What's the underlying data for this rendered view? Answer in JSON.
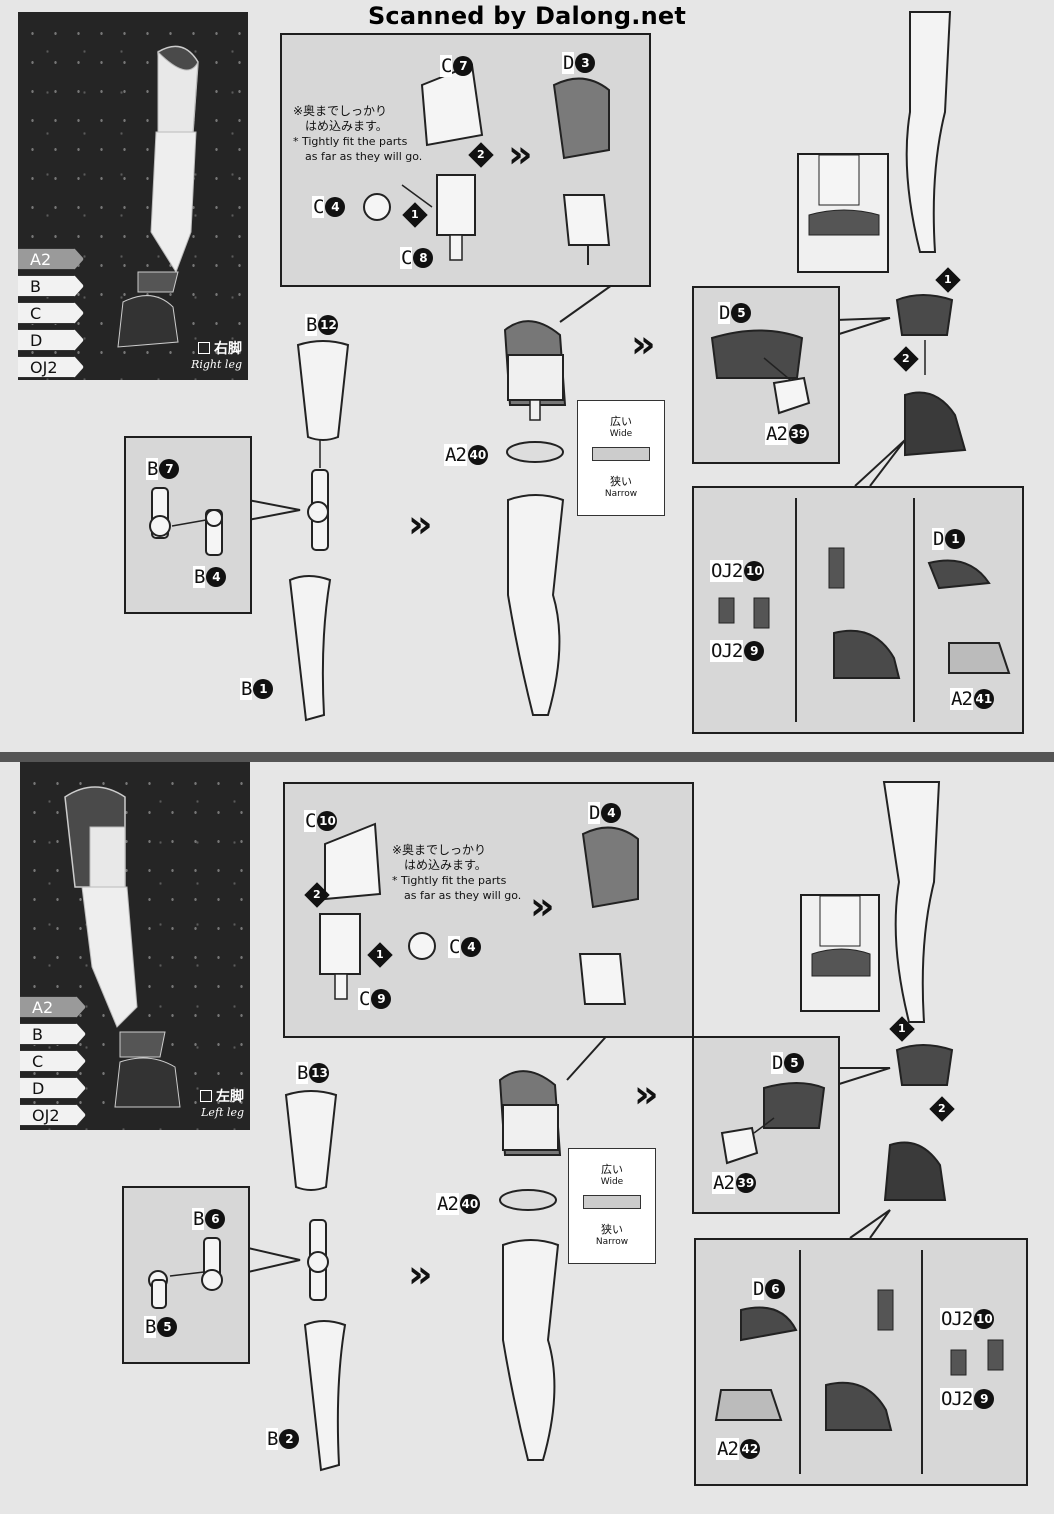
{
  "watermark": "Scanned by Dalong.net",
  "note_jp_1": "※奥までしっかり",
  "note_jp_2": "はめ込みます。",
  "note_en_1": "* Tightly fit the parts",
  "note_en_2": "as far as they will go.",
  "width_label_jp": "広い",
  "width_label_en": "Wide",
  "narrow_label_jp": "狭い",
  "narrow_label_en": "Narrow",
  "tabs": [
    "A2",
    "B",
    "C",
    "D",
    "OJ2"
  ],
  "steps": {
    "one": "1",
    "two": "2"
  },
  "arrow": "»",
  "right": {
    "label_jp": "右脚",
    "label_en": "Right leg",
    "parts": {
      "c7": {
        "letters": "C",
        "num": "7"
      },
      "d3": {
        "letters": "D",
        "num": "3"
      },
      "c4": {
        "letters": "C",
        "num": "4"
      },
      "c8": {
        "letters": "C",
        "num": "8"
      },
      "b12": {
        "letters": "B",
        "num": "12"
      },
      "b7": {
        "letters": "B",
        "num": "7"
      },
      "b4": {
        "letters": "B",
        "num": "4"
      },
      "b1": {
        "letters": "B",
        "num": "1"
      },
      "a2_40": {
        "letters": "A2",
        "num": "40"
      },
      "d5": {
        "letters": "D",
        "num": "5"
      },
      "a2_39": {
        "letters": "A2",
        "num": "39"
      },
      "oj2_10": {
        "letters": "OJ2",
        "num": "10"
      },
      "oj2_9": {
        "letters": "OJ2",
        "num": "9"
      },
      "d1": {
        "letters": "D",
        "num": "1"
      },
      "a2_41": {
        "letters": "A2",
        "num": "41"
      }
    }
  },
  "left": {
    "label_jp": "左脚",
    "label_en": "Left leg",
    "parts": {
      "c10": {
        "letters": "C",
        "num": "10"
      },
      "d4": {
        "letters": "D",
        "num": "4"
      },
      "c4": {
        "letters": "C",
        "num": "4"
      },
      "c9": {
        "letters": "C",
        "num": "9"
      },
      "b13": {
        "letters": "B",
        "num": "13"
      },
      "b6": {
        "letters": "B",
        "num": "6"
      },
      "b5": {
        "letters": "B",
        "num": "5"
      },
      "b2": {
        "letters": "B",
        "num": "2"
      },
      "a2_40": {
        "letters": "A2",
        "num": "40"
      },
      "d5": {
        "letters": "D",
        "num": "5"
      },
      "a2_39": {
        "letters": "A2",
        "num": "39"
      },
      "d6": {
        "letters": "D",
        "num": "6"
      },
      "a2_42": {
        "letters": "A2",
        "num": "42"
      },
      "oj2_10": {
        "letters": "OJ2",
        "num": "10"
      },
      "oj2_9": {
        "letters": "OJ2",
        "num": "9"
      }
    }
  }
}
